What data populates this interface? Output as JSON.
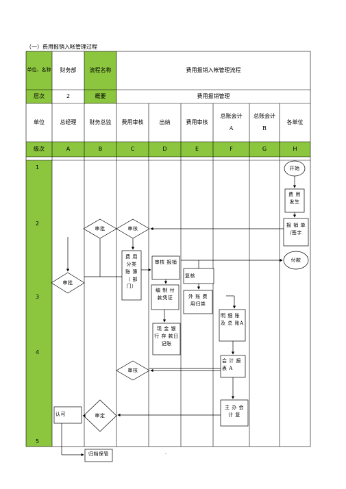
{
  "title": "（一）费用报销入帐管理过程",
  "header": {
    "unit_label": "单位、名称",
    "unit_value": "财务部",
    "process_name_label": "流程名称",
    "process_name_value": "费用报销入帐管理流程",
    "level_label": "层次",
    "level_value": "2",
    "overview_label": "概要",
    "overview_value": "费用报销管理"
  },
  "units": {
    "label": "单位",
    "cols": [
      "总经理",
      "财务总监",
      "费用审核",
      "出纳",
      "费用审核",
      "总账会计A",
      "总账会计 B",
      "各单位"
    ]
  },
  "levels": {
    "label": "级次",
    "cols": [
      "A",
      "B",
      "C",
      "D",
      "E",
      "F",
      "G",
      "H"
    ]
  },
  "row_numbers": [
    "1",
    "2",
    "3",
    "4",
    "5"
  ],
  "nodes": {
    "start": "开始",
    "expense_occur": "费 用发生",
    "form_sign": "报 销 单 /签字",
    "approve_b": "审批",
    "review_c": "审核",
    "payment": "付款",
    "classify": "费 用 分类 账 簿 （ 部门）",
    "review_ledger": "审核 报销",
    "check_e": "复核",
    "approve_a": "审批",
    "voucher": "编 制 付 款凭证",
    "external": "外 账 费 用归类",
    "detail_ledger": "明 细 账及 总 账A",
    "cash_journal": "现 金 银 行 存 款日记账",
    "accounting_report": "会 计 报 表 A",
    "review_c2": "审核",
    "supervisor": "主 办 会 计 复",
    "recognize": "认可",
    "verify": "审定",
    "archive": "归档保管",
    "dot": "."
  }
}
